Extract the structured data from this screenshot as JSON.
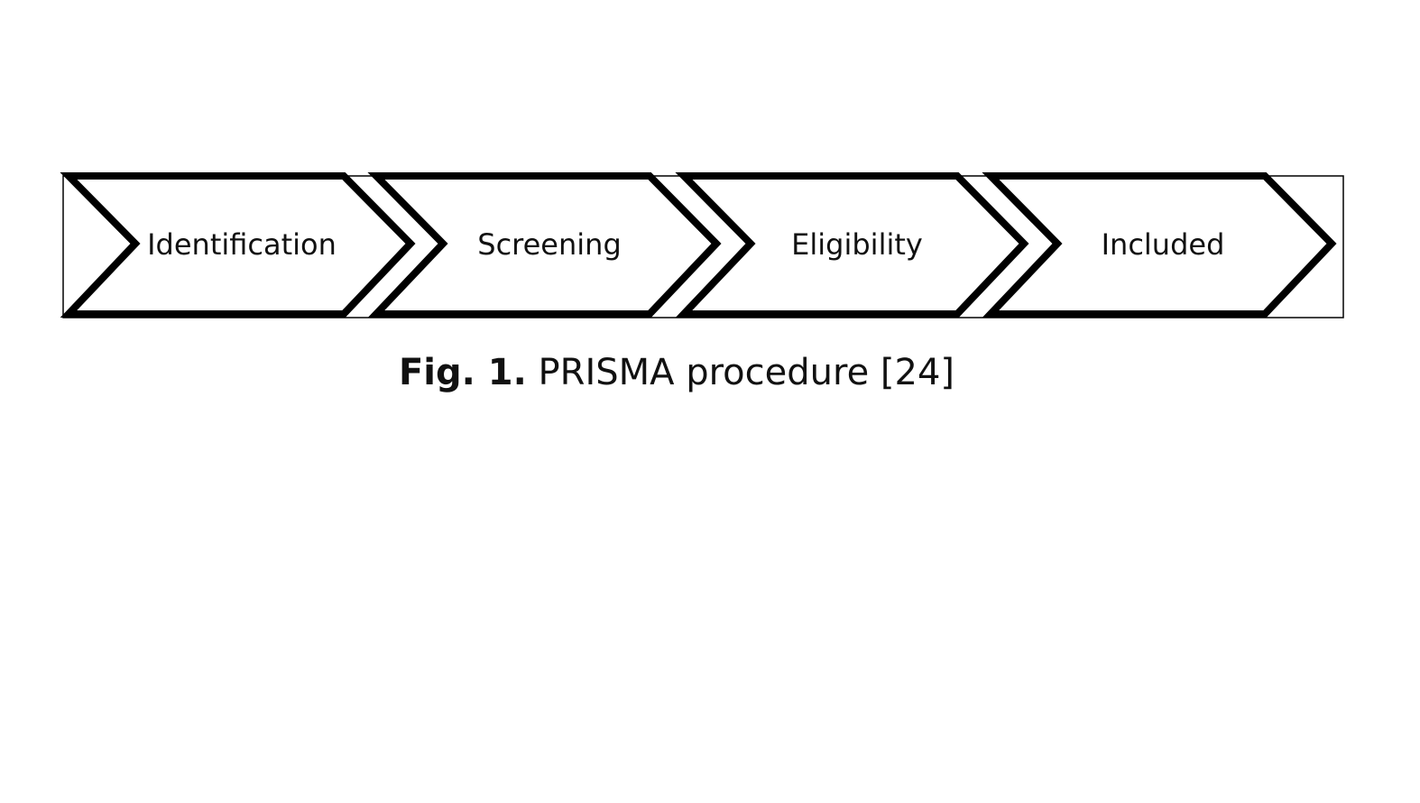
{
  "diagram": {
    "steps": [
      {
        "label": "Identification"
      },
      {
        "label": "Screening"
      },
      {
        "label": "Eligibility"
      },
      {
        "label": "Included"
      }
    ]
  },
  "caption": {
    "label": "Fig. 1.",
    "text": "PRISMA procedure [24]"
  },
  "colors": {
    "stroke": "#000000",
    "text": "#111111",
    "background": "#ffffff"
  }
}
